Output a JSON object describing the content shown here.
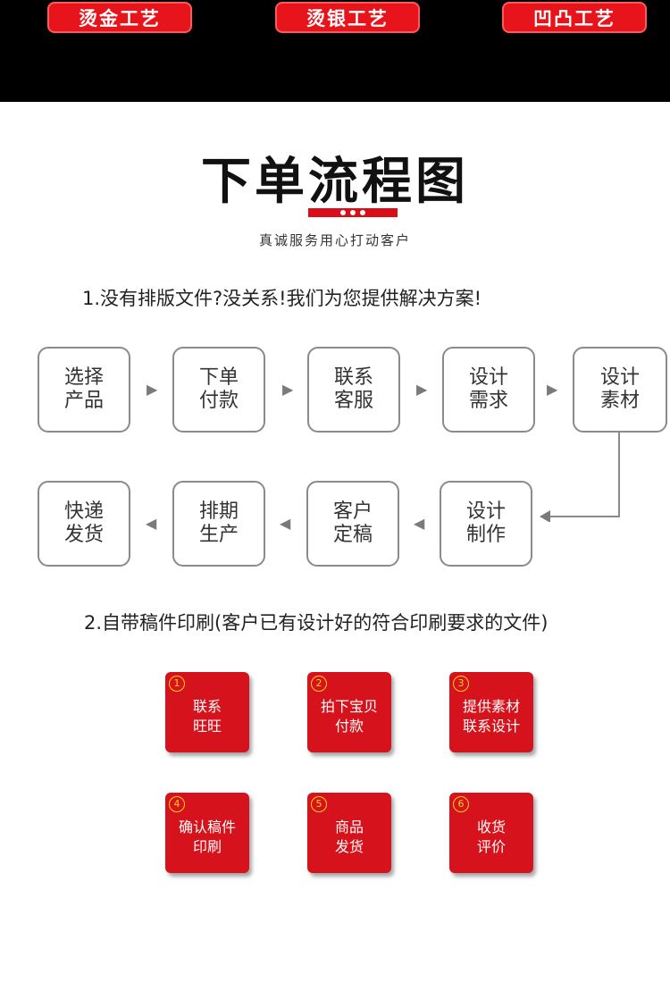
{
  "header": {
    "buttons": [
      {
        "label": "烫金工艺",
        "color": "#e8141c"
      },
      {
        "label": "烫银工艺",
        "color": "#e8141c"
      },
      {
        "label": "凹凸工艺",
        "color": "#e8141c"
      }
    ]
  },
  "title": "下单流程图",
  "subtitle": "真诚服务用心打动客户",
  "accent_color": "#d90f17",
  "section1": {
    "heading": "1.没有排版文件?没关系!我们为您提供解决方案!",
    "row1": [
      "选择\n产品",
      "下单\n付款",
      "联系\n客服",
      "设计\n需求",
      "设计\n素材"
    ],
    "row2": [
      "快递\n发货",
      "排期\n生产",
      "客户\n定稿",
      "设计\n制作"
    ]
  },
  "section2": {
    "heading": "2.自带稿件印刷(客户已有设计好的符合印刷要求的文件)",
    "cards": [
      {
        "num": "1",
        "text": "联系\n旺旺"
      },
      {
        "num": "2",
        "text": "拍下宝贝\n付款"
      },
      {
        "num": "3",
        "text": "提供素材\n联系设计"
      },
      {
        "num": "4",
        "text": "确认稿件\n印刷"
      },
      {
        "num": "5",
        "text": "商品\n发货"
      },
      {
        "num": "6",
        "text": "收货\n评价"
      }
    ]
  }
}
